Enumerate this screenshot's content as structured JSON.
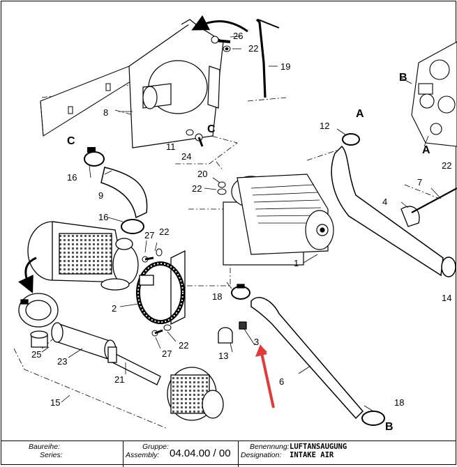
{
  "drawing": {
    "labels": {
      "p1": "1",
      "p2": "2",
      "p3": "3",
      "p4": "4",
      "p6": "6",
      "p7": "7",
      "p8": "8",
      "p9": "9",
      "p11": "11",
      "p12": "12",
      "p13": "13",
      "p14": "14",
      "p15": "15",
      "p16a": "16",
      "p16b": "16",
      "p18a": "18",
      "p18b": "18",
      "p19": "19",
      "p20": "20",
      "p21": "21",
      "p22a": "22",
      "p22b": "22",
      "p22c": "22",
      "p22d": "22",
      "p22e": "22",
      "p23": "23",
      "p24": "24",
      "p25": "25",
      "p26": "26",
      "p27a": "27",
      "p27b": "27"
    },
    "refs": {
      "A1": "A",
      "A2": "A",
      "B1": "B",
      "B2": "B",
      "C1": "C",
      "C2": "C"
    },
    "highlight_color": "#e03a3a"
  },
  "title_block": {
    "series_label_de": "Baureihe:",
    "series_label_en": "Series:",
    "group_label_de": "Gruppe:",
    "group_label_en": "Assembly:",
    "group_value": "04.04.00 / 00",
    "designation_label_de": "Benennung:",
    "designation_label_en": "Designation:",
    "designation_value_de": "LUFTANSAUGUNG",
    "designation_value_en": "INTAKE AIR"
  }
}
